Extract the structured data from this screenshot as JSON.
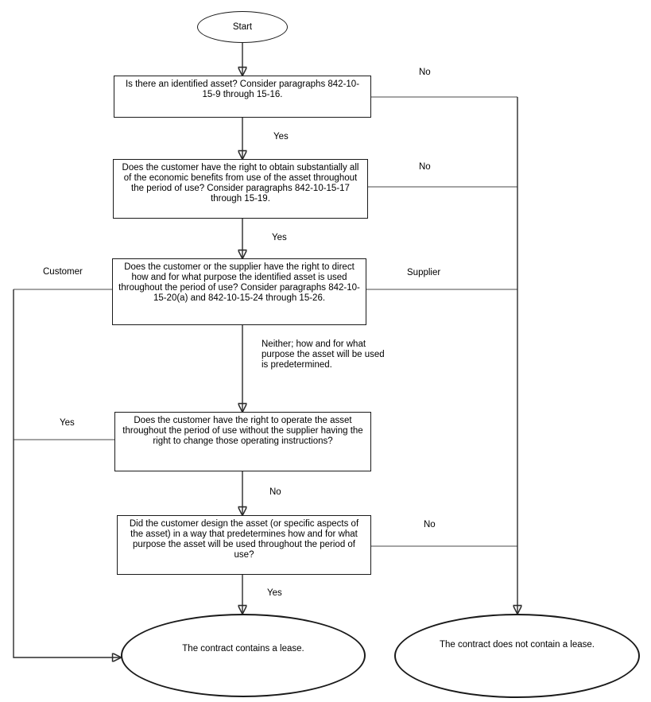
{
  "flowchart": {
    "start_label": "Start",
    "questions": [
      {
        "text": "Is there an identified asset? Consider paragraphs 842-10-15-9 through 15-16."
      },
      {
        "text": "Does the customer have the right to obtain substantially all of the economic benefits from use of the asset throughout the period of use?  Consider paragraphs 842-10-15-17 through 15-19."
      },
      {
        "text": "Does the customer or the supplier have the right to direct how and for what purpose the identified asset is used throughout the period of use? Consider paragraphs 842-10-15-20(a) and 842-10-15-24 through 15-26."
      },
      {
        "text": "Does the customer have the right to operate the asset throughout the period of use without the supplier having the right to change those operating instructions?"
      },
      {
        "text": "Did the customer design the asset (or specific aspects of the asset) in a way that predetermines how and for what purpose the asset will be used throughout the period of use?"
      }
    ],
    "edge_labels": {
      "q1_no": "No",
      "q1_yes": "Yes",
      "q2_no": "No",
      "q2_yes": "Yes",
      "q3_customer": "Customer",
      "q3_supplier": "Supplier",
      "q3_neither": "Neither; how and for what purpose the asset will be used is predetermined.",
      "q4_yes": "Yes",
      "q4_no": "No",
      "q5_no": "No",
      "q5_yes": "Yes"
    },
    "outcomes": [
      {
        "text": "The contract contains a lease."
      },
      {
        "text": "The contract does not contain a lease."
      }
    ],
    "colors": {
      "line": "#2b2b2b",
      "shape_border": "#1a1a1a",
      "background": "#ffffff",
      "text": "#000000"
    }
  }
}
